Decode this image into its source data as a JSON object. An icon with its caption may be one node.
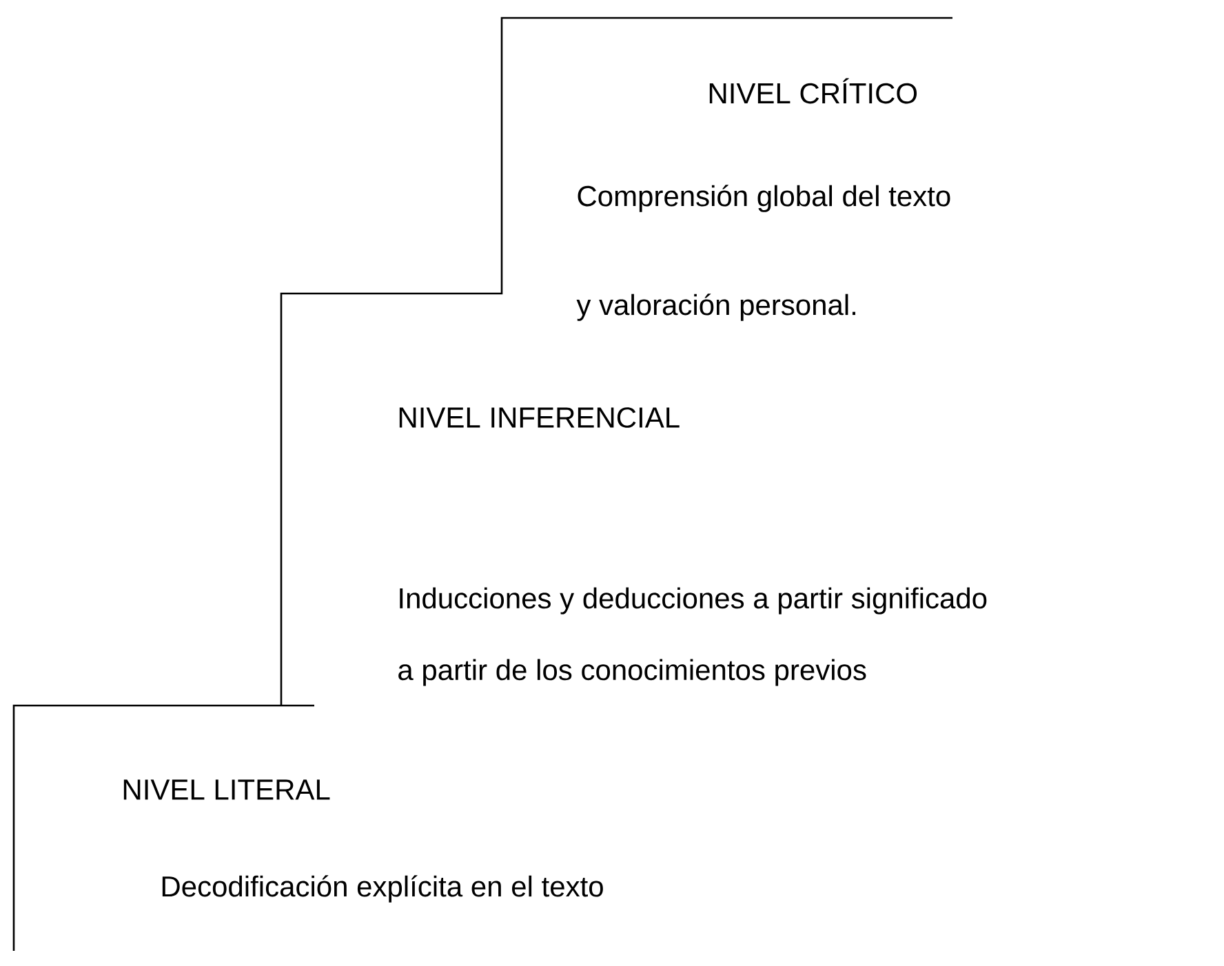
{
  "diagram": {
    "labels": [
      "NIVEL CRÍTICO",
      "Comprensión global del texto",
      "y valoración personal.",
      "NIVEL INFERENCIAL",
      "Inducciones y deducciones a partir significado",
      "a partir de los conocimientos previos",
      "NIVEL LITERAL",
      "Decodificación explícita en el texto"
    ]
  }
}
